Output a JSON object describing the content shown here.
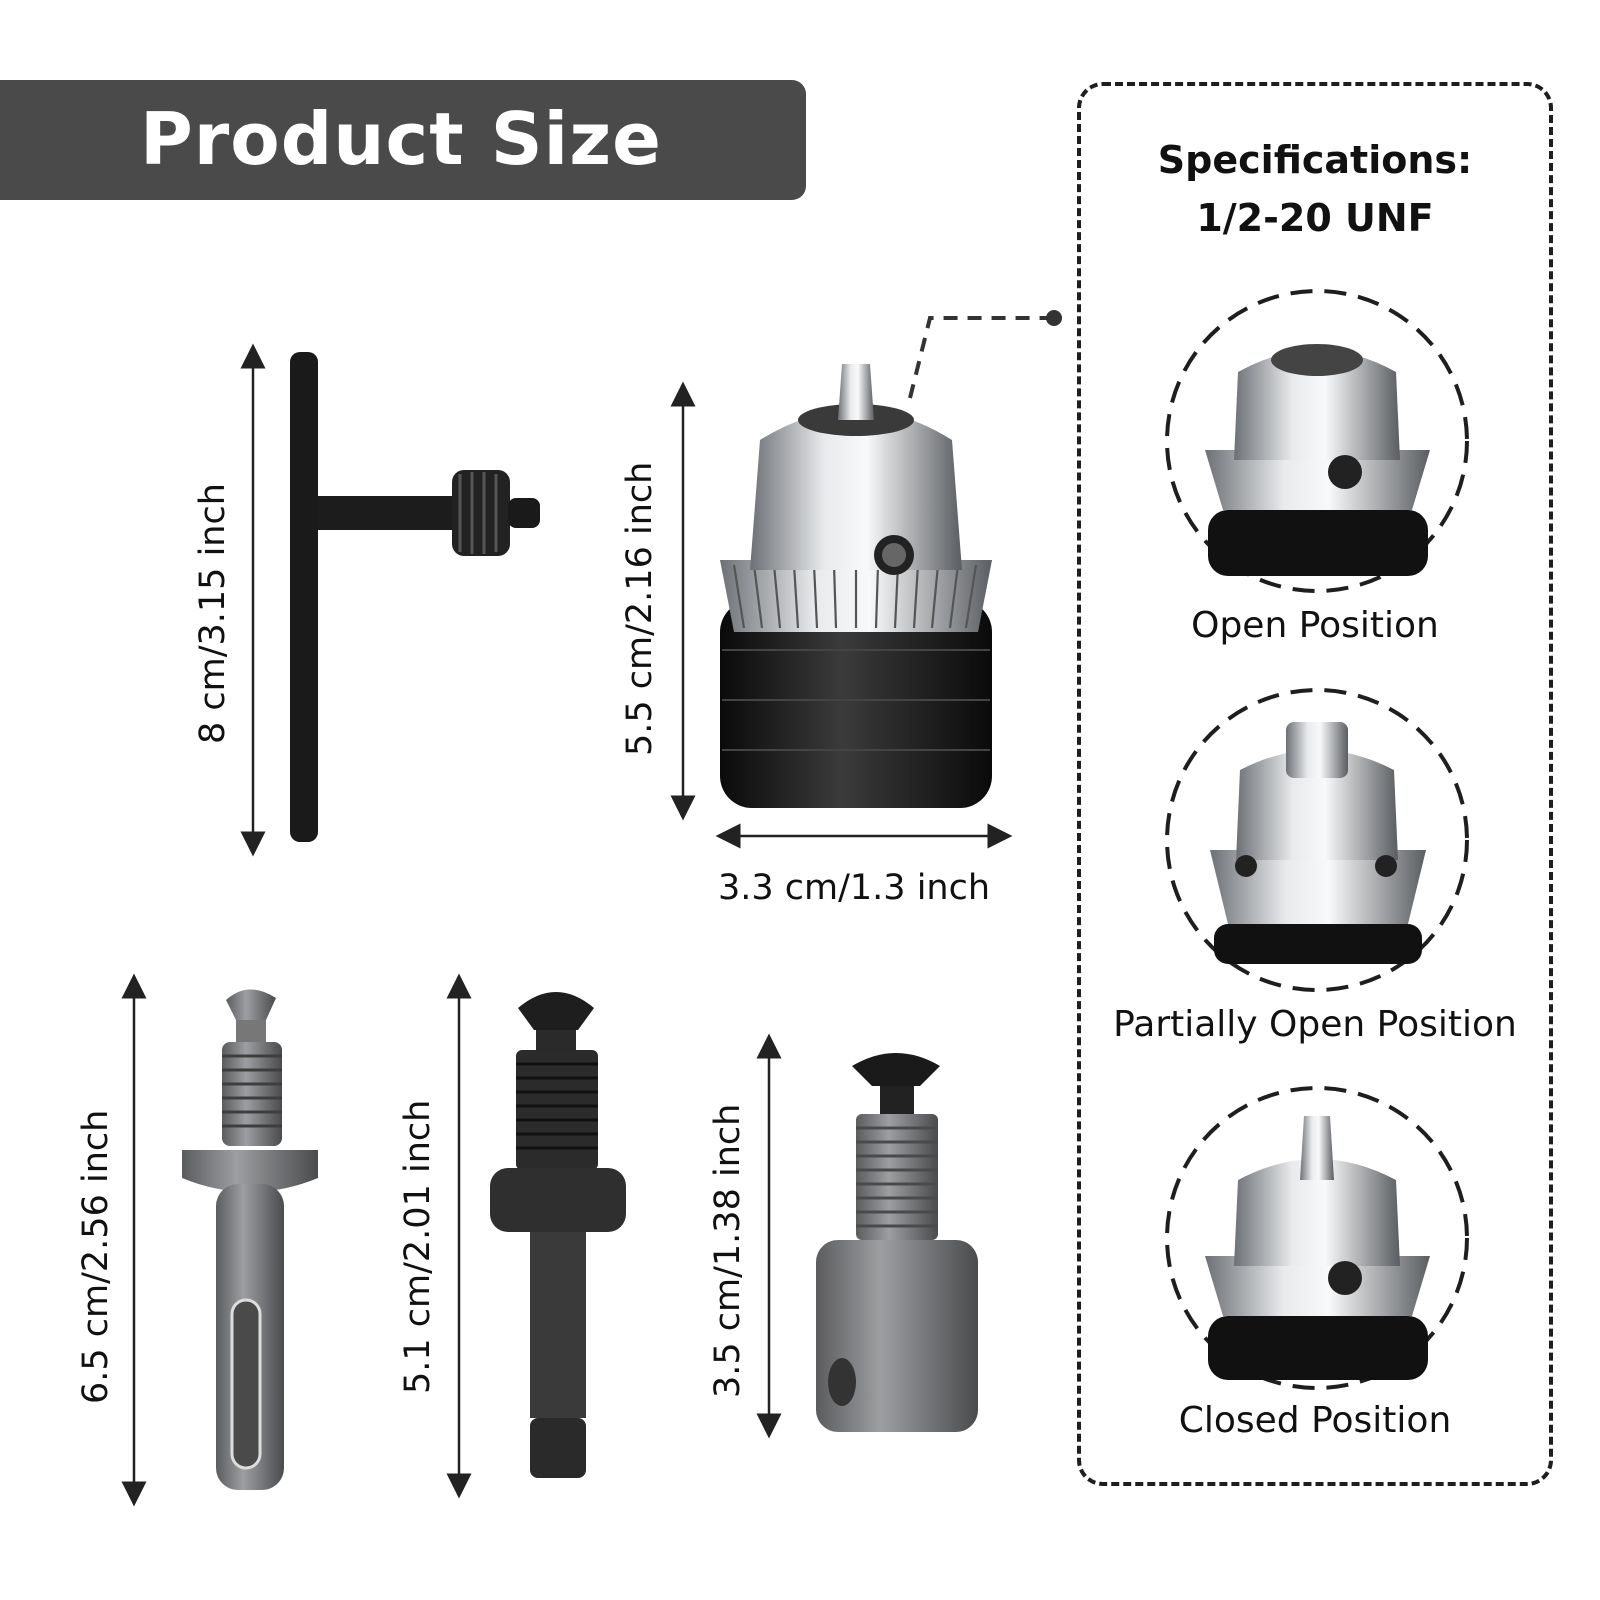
{
  "title": "Product Size",
  "specifications": {
    "heading": "Specifications:",
    "value": "1/2-20 UNF"
  },
  "positions": [
    {
      "label": "Open Position"
    },
    {
      "label": "Partially Open Position"
    },
    {
      "label": "Closed Position"
    }
  ],
  "dimensions": {
    "chuck_key_height": "8 cm/3.15 inch",
    "chuck_height": "5.5 cm/2.16 inch",
    "chuck_width": "3.3 cm/1.3 inch",
    "sds_adapter_height": "6.5 cm/2.56 inch",
    "hex_adapter_height": "5.1 cm/2.01 inch",
    "socket_adapter_height": "3.5 cm/1.38 inch"
  },
  "colors": {
    "title_bar": "#4a4a4a",
    "steel": "#b9bcc0",
    "dark_steel": "#2a2a2a",
    "line": "#1e1e1e"
  }
}
